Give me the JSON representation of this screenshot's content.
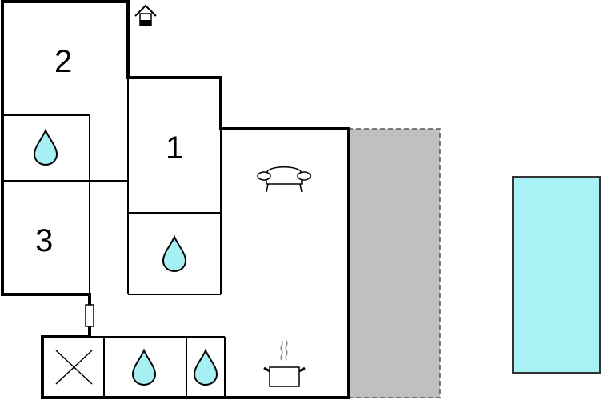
{
  "rooms": {
    "r1": "1",
    "r2": "2",
    "r3": "3"
  },
  "icons": [
    "entrance-icon",
    "water-drop-icon",
    "sofa-icon",
    "cooking-pot-icon",
    "stove-x-icon",
    "door-icon"
  ],
  "colors": {
    "wall": "#000000",
    "terrace": "#c0c0c0",
    "pool": "#a8f2f6",
    "water": "#a6f0f4"
  }
}
